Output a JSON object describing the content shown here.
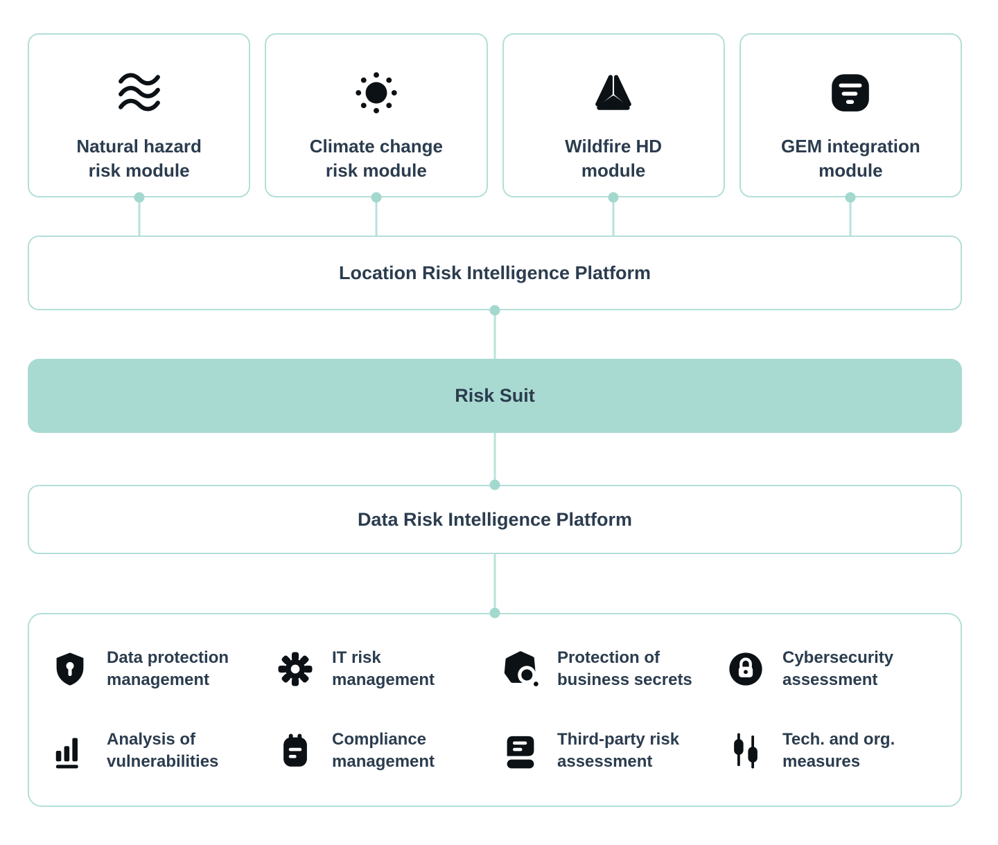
{
  "colors": {
    "border": "#b2dfd8",
    "fill": "#a9dad2",
    "connector": "#b8e2db",
    "dot": "#a3d8cf",
    "text": "#2b3c4e",
    "icon": "#0c1116"
  },
  "modules": [
    {
      "line1": "Natural hazard",
      "line2": "risk module",
      "icon": "waves-icon"
    },
    {
      "line1": "Climate change",
      "line2": "risk module",
      "icon": "sun-icon"
    },
    {
      "line1": "Wildfire HD",
      "line2": "module",
      "icon": "wildfire-icon"
    },
    {
      "line1": "GEM integration",
      "line2": "module",
      "icon": "gem-filter-icon"
    }
  ],
  "platforms": {
    "location_label": "Location Risk Intelligence Platform",
    "risk_suit_label": "Risk Suit",
    "data_label": "Data Risk Intelligence Platform"
  },
  "capabilities": [
    {
      "line1": "Data protection",
      "line2": "management",
      "icon": "shield-keyhole-icon"
    },
    {
      "line1": "IT risk",
      "line2": "management",
      "icon": "gear-icon"
    },
    {
      "line1": "Protection of",
      "line2": "business secrets",
      "icon": "secrets-search-icon"
    },
    {
      "line1": "Cybersecurity",
      "line2": "assessment",
      "icon": "lock-circle-icon"
    },
    {
      "line1": "Analysis of",
      "line2": "vulnerabilities",
      "icon": "bar-chart-icon"
    },
    {
      "line1": "Compliance",
      "line2": "management",
      "icon": "clipboard-icon"
    },
    {
      "line1": "Third-party risk",
      "line2": "assessment",
      "icon": "stacked-docs-icon"
    },
    {
      "line1": "Tech. and org.",
      "line2": "measures",
      "icon": "sliders-icon"
    }
  ]
}
